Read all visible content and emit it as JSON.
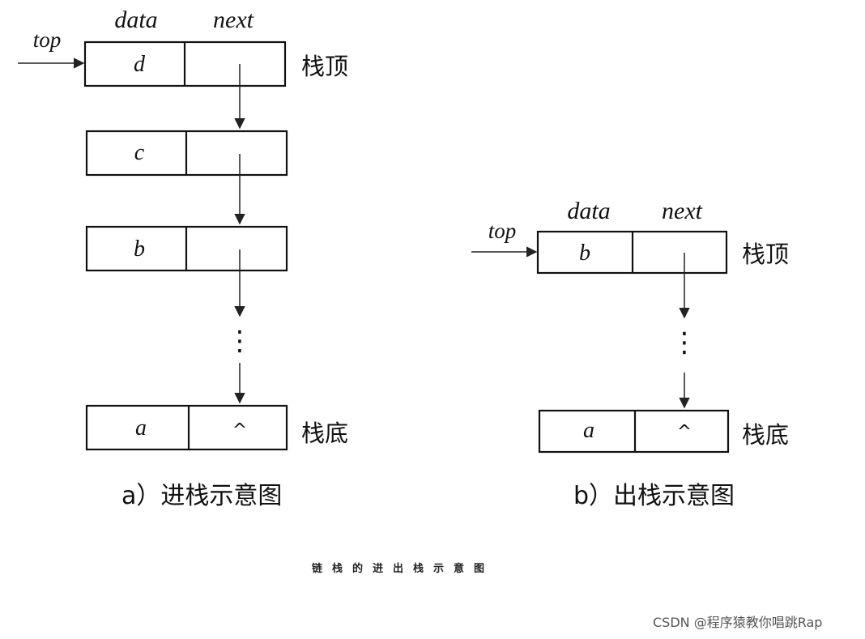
{
  "field_headers": {
    "data": "data",
    "next": "next"
  },
  "pointer_label": "top",
  "top_label": "栈顶",
  "bottom_label": "栈底",
  "null_pointer": "^",
  "ellipsis": "⋮",
  "push_stack": {
    "caption": "a）进栈示意图",
    "nodes": [
      "d",
      "c",
      "b",
      "a"
    ]
  },
  "pop_stack": {
    "caption": "b）出栈示意图",
    "nodes": [
      "b",
      "a"
    ]
  },
  "figure_caption": "链栈的进出栈示意图",
  "watermark": "CSDN @程序猿教你唱跳Rap"
}
